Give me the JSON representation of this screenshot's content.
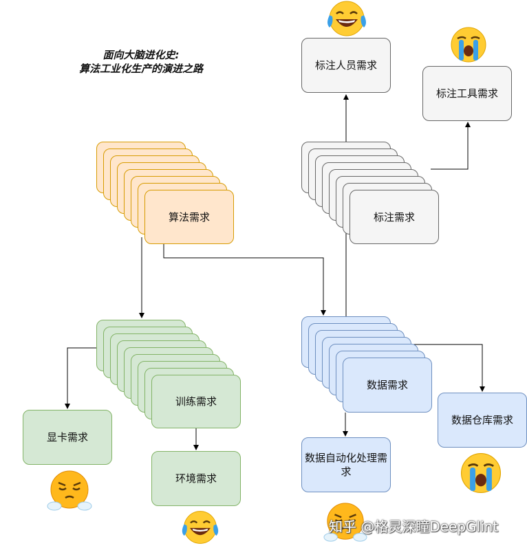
{
  "title": {
    "line1": "面向大脑进化史:",
    "line2": "算法工业化生产的演进之路"
  },
  "nodes": {
    "algorithm": "算法需求",
    "annotation": "标注需求",
    "annotator": "标注人员需求",
    "annotation_tool": "标注工具需求",
    "training": "训练需求",
    "gpu": "显卡需求",
    "environment": "环境需求",
    "data": "数据需求",
    "data_warehouse": "数据仓库需求",
    "data_automation": "数据自动化处理需求"
  },
  "emojis": [
    {
      "name": "tears-of-joy-emoji",
      "kind": "joy"
    },
    {
      "name": "crying-emoji",
      "kind": "cry"
    },
    {
      "name": "steaming-face-emoji",
      "kind": "steam"
    },
    {
      "name": "tears-of-joy-emoji",
      "kind": "joy"
    },
    {
      "name": "crying-emoji",
      "kind": "cry"
    },
    {
      "name": "steaming-face-emoji",
      "kind": "steam"
    }
  ],
  "watermark": "知乎 @格灵深瞳DeepGlint",
  "colors": {
    "orange_fill": "#ffe6cc",
    "orange_stroke": "#d79b00",
    "gray_fill": "#f5f5f5",
    "gray_stroke": "#666666",
    "green_fill": "#d5e8d4",
    "green_stroke": "#82b366",
    "blue_fill": "#dae8fc",
    "blue_stroke": "#6c8ebf",
    "emoji_yellow": "#ffcc33",
    "tear_blue": "#3aa0e8"
  }
}
